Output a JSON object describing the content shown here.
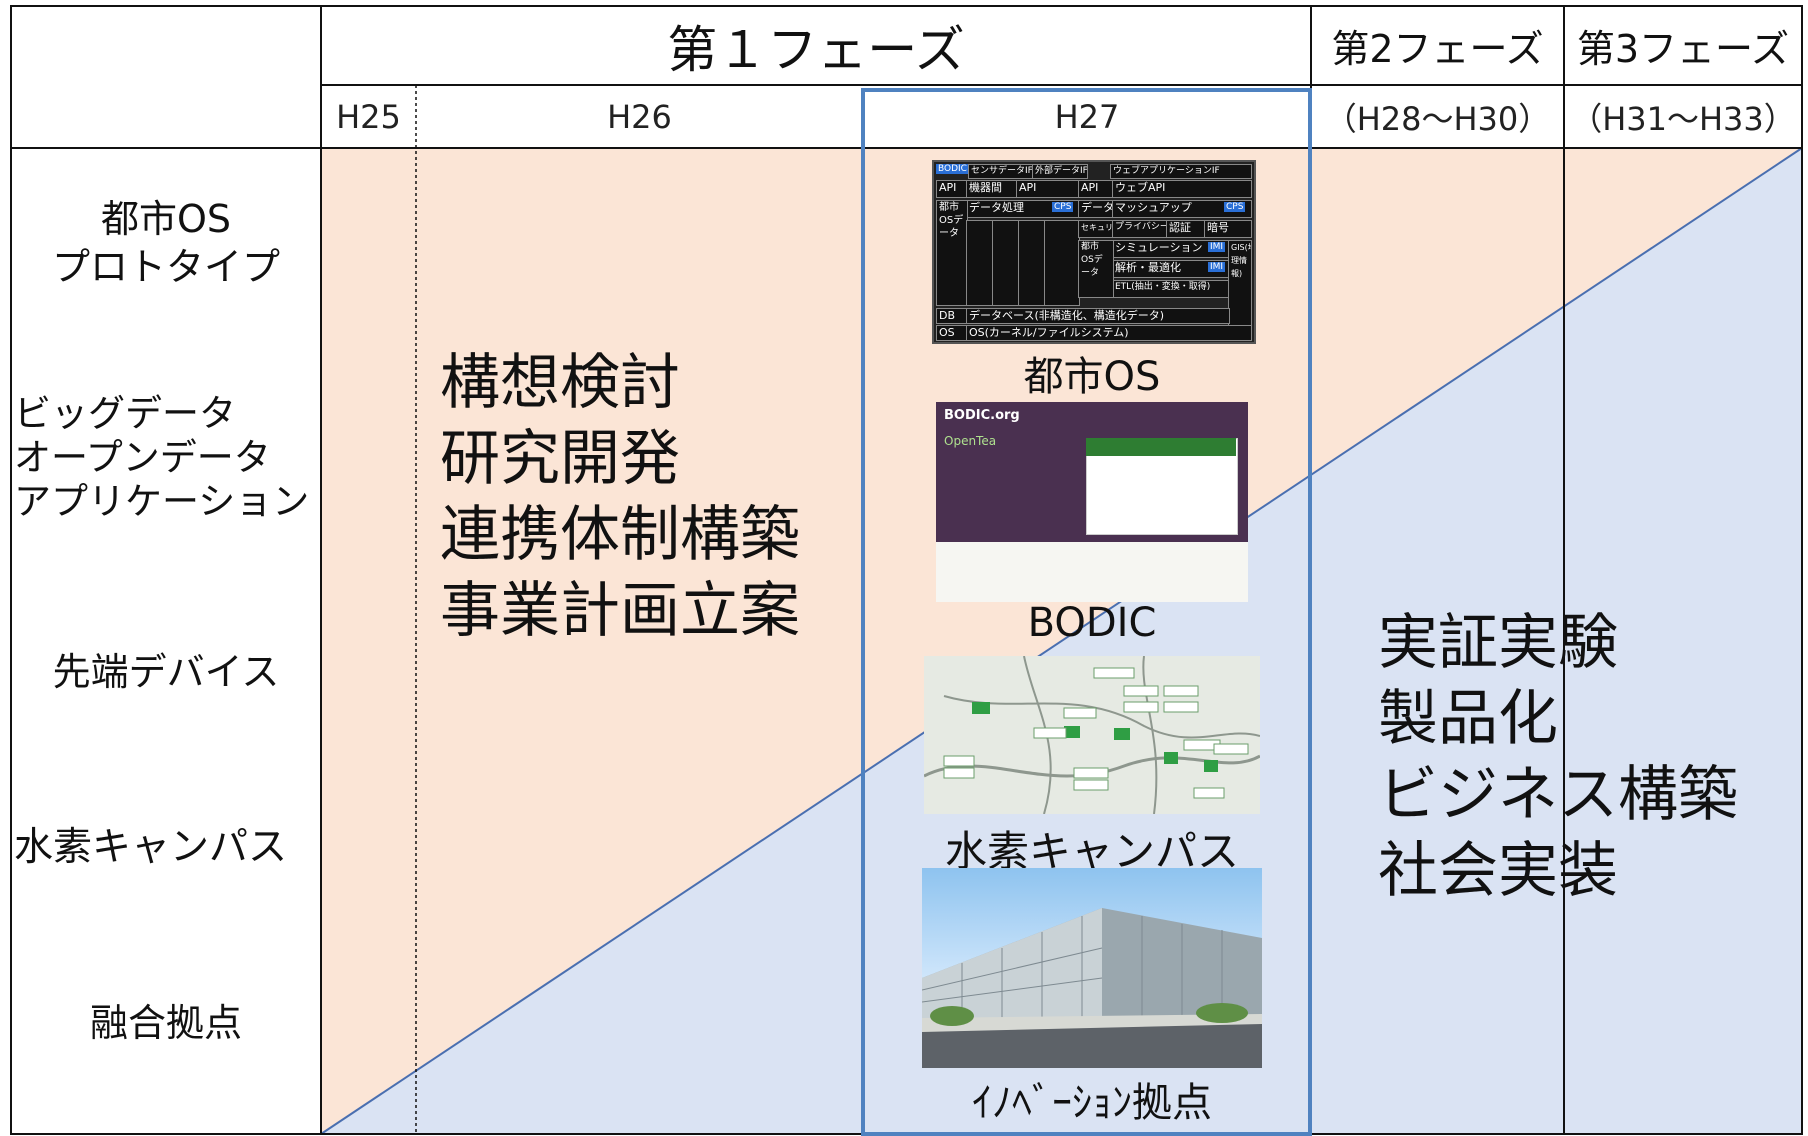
{
  "header": {
    "phase1": "第１フェーズ",
    "phase2": "第2フェーズ",
    "phase3": "第3フェーズ",
    "years": {
      "h25": "H25",
      "h26": "H26",
      "h27": "H27",
      "h28_30": "（H28〜H30）",
      "h31_33": "（H31〜H33）"
    }
  },
  "rows": {
    "r1_line1": "都市OS",
    "r1_line2": "プロトタイプ",
    "r2_line1": "ビッグデータ",
    "r2_line2": "オープンデータ",
    "r2_line3": "アプリケーション",
    "r3": "先端デバイス",
    "r4": "水素キャンパス",
    "r5": "融合拠点"
  },
  "research_phase": {
    "items": [
      "構想検討",
      "研究開発",
      "連携体制構築",
      "事業計画立案"
    ]
  },
  "deployment_phase": {
    "items": [
      "実証実験",
      "製品化",
      "ビジネス構築",
      "社会実装"
    ]
  },
  "h27_outputs": {
    "os_caption": "都市OS",
    "bodic_caption": "BODIC",
    "hydrogen_caption": "水素キャンパス",
    "innovation_caption": "ｲﾉﾍﾞｰｼｮﾝ拠点"
  },
  "os_diagram": {
    "bodic": "BODIC",
    "sensor": "センサデータIF",
    "external": "外部データIF",
    "webapp": "ウェブアプリケーションIF",
    "api": "API",
    "device_link": "機器間",
    "api2": "API",
    "web_api": "ウェブAPI",
    "data_proc": "データ処理",
    "data": "データ",
    "mashup": "マッシュアップ",
    "cps": "CPS",
    "security": "セキュリティ",
    "privacy": "プライバシー",
    "auth": "認証",
    "crypto": "暗号",
    "imi": "IMI",
    "simulation": "シミュレーション",
    "analysis": "解析・最適化",
    "etl": "ETL(抽出・変換・取得)",
    "city_os_data": "都市OSデータ",
    "db": "DB",
    "database": "データベース(非構造化、構造化データ)",
    "os": "OS",
    "kernel": "OS(カーネル/ファイルシステム)",
    "gis": "GIS(地理情報)"
  },
  "bodic_site": {
    "title": "BODIC.org",
    "subtitle": "OpenTea"
  },
  "colors": {
    "research_fill": "#fbe5d6",
    "deploy_fill": "#dae3f3",
    "diagonal": "#4a6fb0",
    "highlight_border": "#4f82c0",
    "grid": "#111111"
  }
}
